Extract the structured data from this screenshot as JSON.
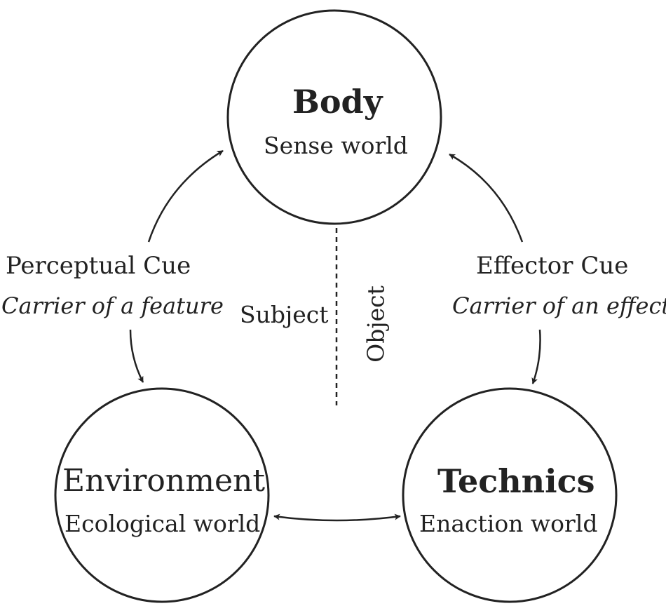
{
  "nodes": {
    "body": {
      "title": "Body",
      "subtitle": "Sense world"
    },
    "environment": {
      "title": "Environment",
      "subtitle": "Ecological world"
    },
    "technics": {
      "title": "Technics",
      "subtitle": "Enaction world"
    }
  },
  "cues": {
    "perceptual": {
      "title": "Perceptual Cue",
      "subtitle": "Carrier of a feature"
    },
    "effector": {
      "title": "Effector Cue",
      "subtitle": "Carrier of an effect"
    }
  },
  "divider": {
    "left_label": "Subject",
    "right_label": "Object"
  },
  "colors": {
    "stroke": "#222222",
    "text": "#222222",
    "background": "#ffffff"
  }
}
